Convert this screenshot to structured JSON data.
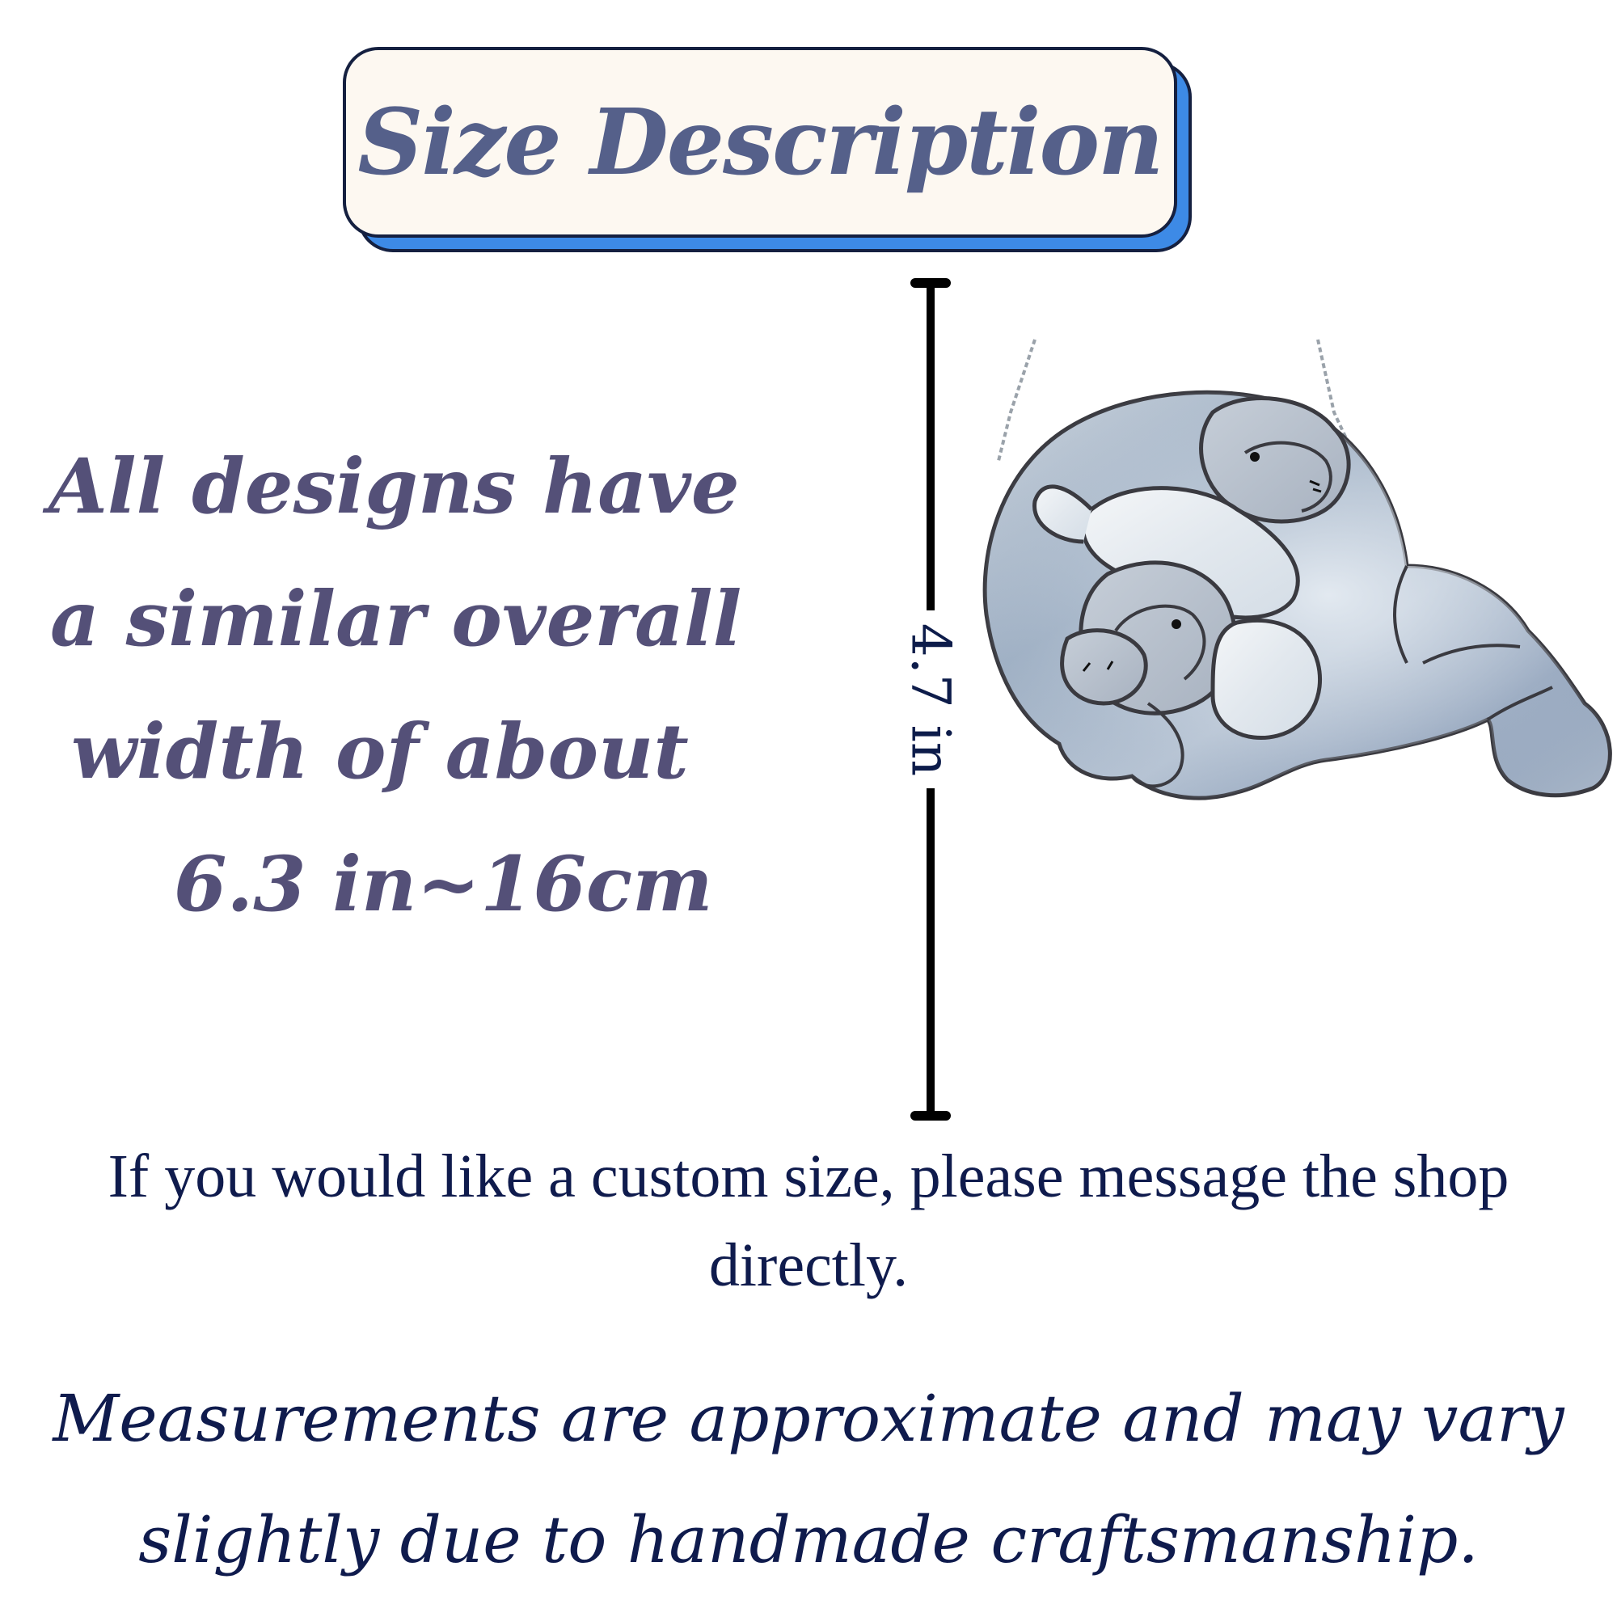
{
  "header": {
    "title": "Size Description"
  },
  "description": {
    "line1": "All designs have",
    "line2": "a similar overall",
    "line3": "width of about",
    "line4": "6.3 in~16cm"
  },
  "dimension": {
    "height_label": "4.7 in"
  },
  "illustration": {
    "icon": "manatee-suncatcher-icon"
  },
  "note": {
    "text": "If you would like a custom size, please message the shop directly."
  },
  "disclaimer": {
    "text": "Measurements are approximate and may vary slightly due to handmade craftsmanship."
  },
  "colors": {
    "title_text": "#55608a",
    "title_shadow": "#3d8ae6",
    "card_background": "#fdf8f1",
    "description_text": "#545078",
    "body_text": "#0f1b4d"
  }
}
